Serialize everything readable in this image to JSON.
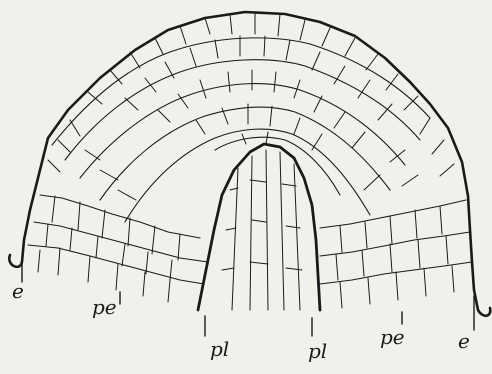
{
  "figure": {
    "labels": {
      "e_left": "e",
      "pe_left": "pe",
      "pl_left": "pl",
      "pl_right": "pl",
      "pe_right": "pe",
      "e_right": "e"
    },
    "colors": {
      "ink": "#1a1a1a",
      "paper": "#f2f0ea"
    }
  }
}
